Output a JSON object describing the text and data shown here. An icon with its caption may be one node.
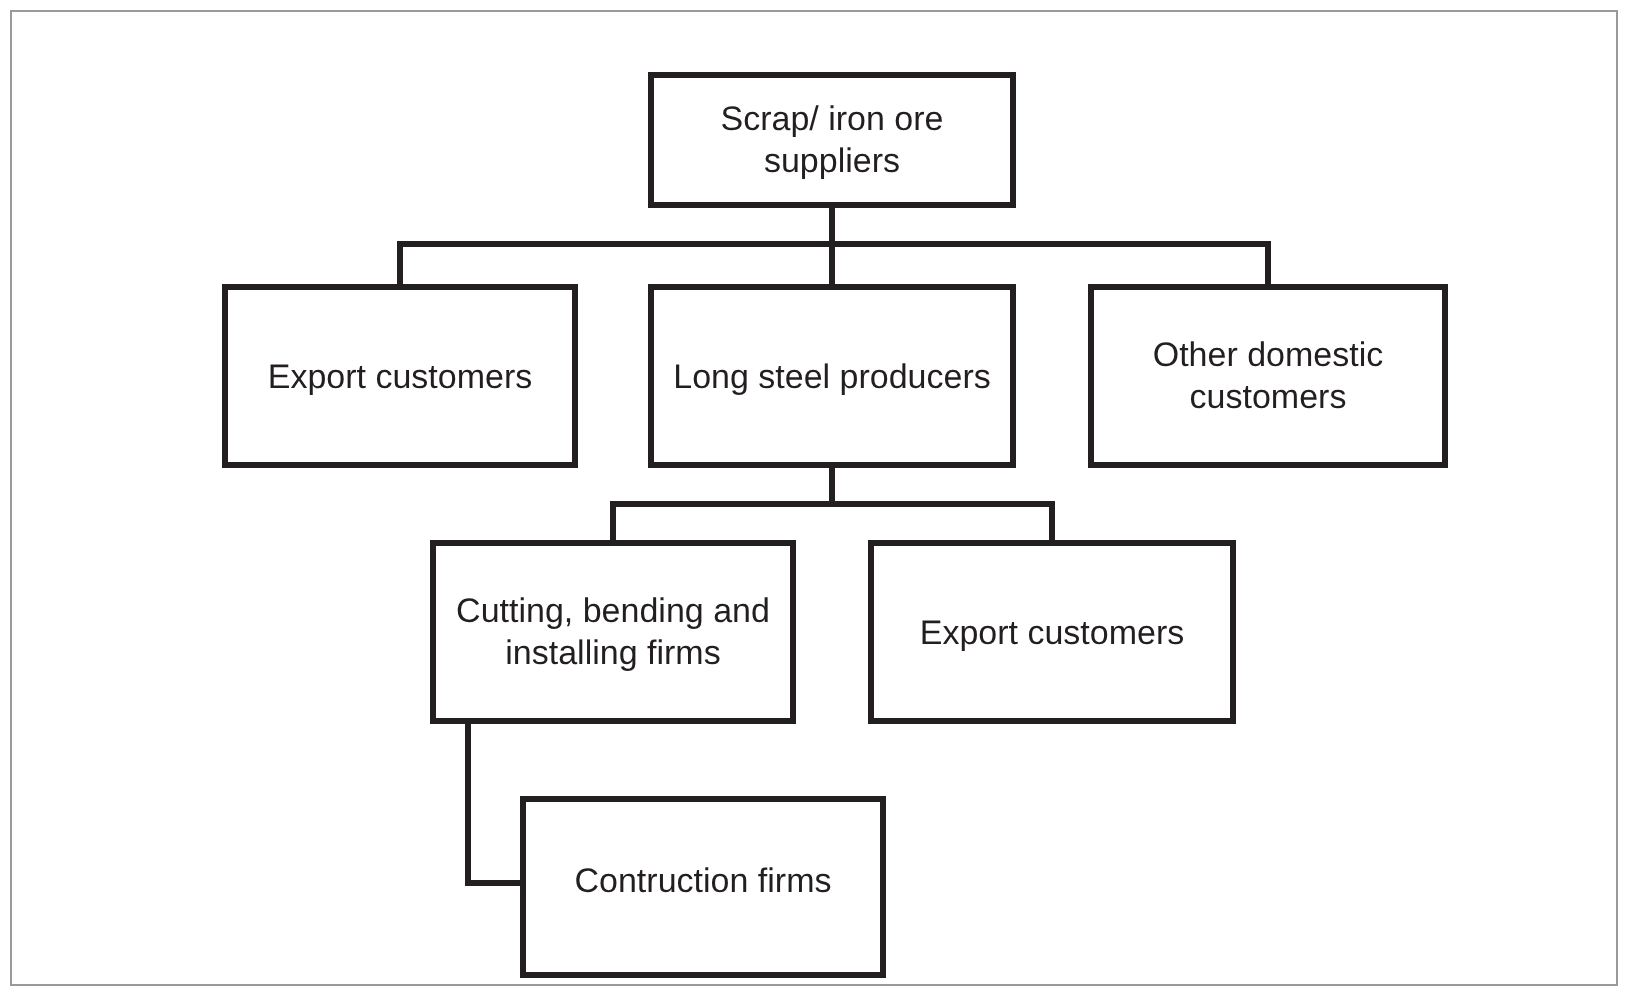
{
  "diagram": {
    "nodes": [
      {
        "text": [
          "Scrap/ iron ore suppliers"
        ]
      },
      {
        "text": [
          "Export customers"
        ]
      },
      {
        "text": [
          "Long steel producers"
        ]
      },
      {
        "text": [
          "Other domestic customers"
        ]
      },
      {
        "text": [
          "Cutting, bending and installing firms"
        ]
      },
      {
        "text": [
          "Export customers"
        ]
      },
      {
        "text": [
          "Contruction firms"
        ]
      }
    ],
    "edges": [
      {
        "from": 0,
        "to": 1,
        "arrow": "none"
      },
      {
        "from": 0,
        "to": 2,
        "arrow": "none"
      },
      {
        "from": 0,
        "to": 3,
        "arrow": "none"
      },
      {
        "from": 2,
        "to": 4,
        "arrow": "none"
      },
      {
        "from": 2,
        "to": 5,
        "arrow": "none"
      },
      {
        "from": 4,
        "to": 6,
        "arrow": "none"
      }
    ]
  }
}
